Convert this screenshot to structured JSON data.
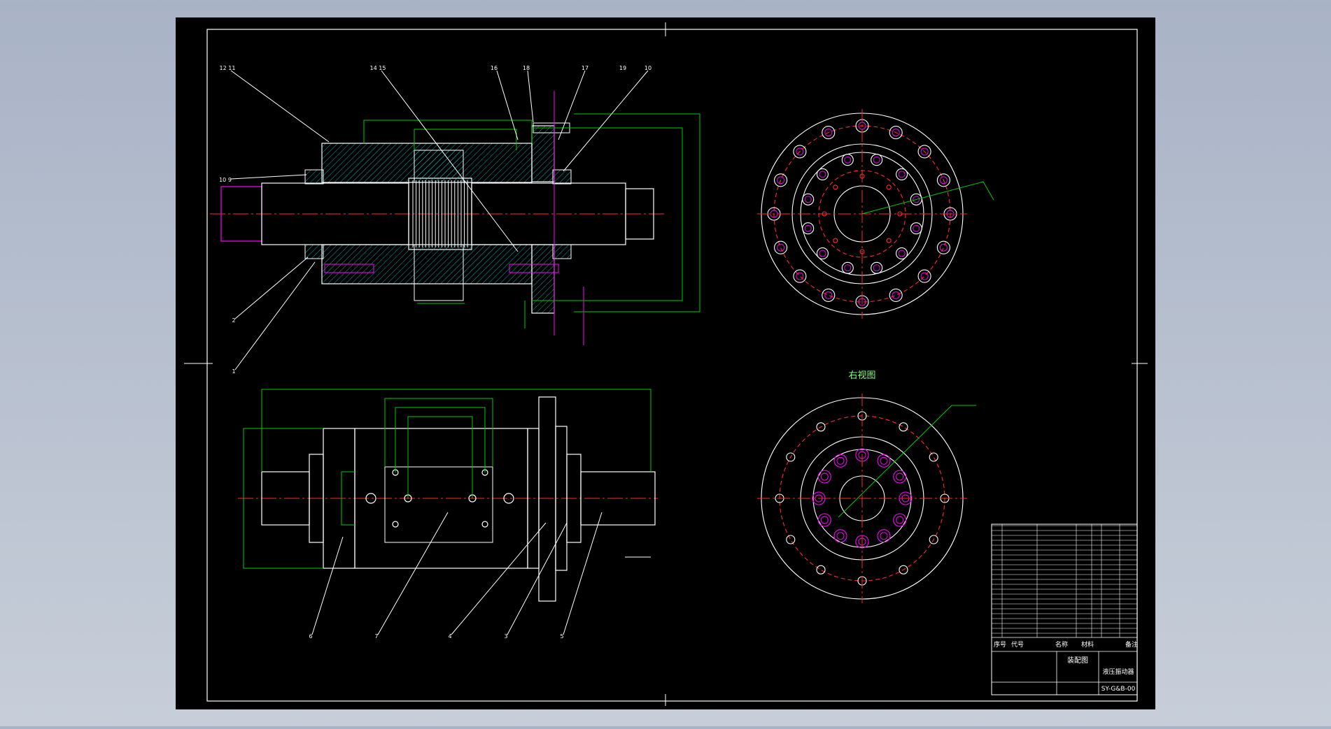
{
  "drawing": {
    "view_label": "右视图",
    "palette": {
      "paper": "#000000",
      "frame": "#ffffff",
      "part": "#ffffff",
      "dimension": "#00cc00",
      "centerline": "#ff2a2a",
      "hidden": "#ff00ff",
      "hatch": "#00d8d8",
      "text": "#ffffff",
      "label": "#7cff7c"
    },
    "balloons_top": [
      "12 11",
      "14 15",
      "16",
      "18",
      "17",
      "19",
      "10",
      "10 9",
      "2",
      "1"
    ],
    "balloons_bottom": [
      "6",
      "7",
      "4",
      "3",
      "5"
    ],
    "title_block": {
      "headers": [
        "序号",
        "代号",
        "名称",
        "材料",
        "备注"
      ],
      "drawing_title": "装配图",
      "product_name": "液压振动器",
      "drawing_number": "SY-G&B-00"
    }
  }
}
